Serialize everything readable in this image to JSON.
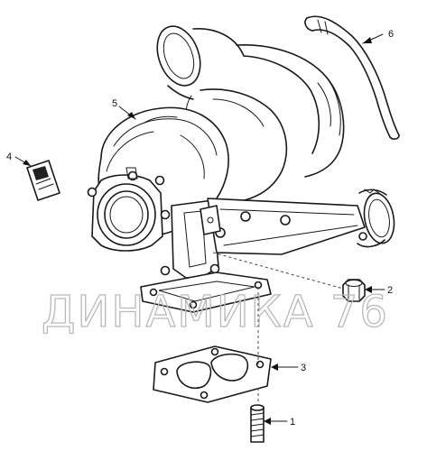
{
  "diagram": {
    "callouts": [
      {
        "id": "1",
        "label": "1"
      },
      {
        "id": "2",
        "label": "2"
      },
      {
        "id": "3",
        "label": "3"
      },
      {
        "id": "4",
        "label": "4"
      },
      {
        "id": "5",
        "label": "5"
      },
      {
        "id": "6",
        "label": "6"
      }
    ]
  },
  "watermark": {
    "text": "ДИНАМИКА 76"
  }
}
